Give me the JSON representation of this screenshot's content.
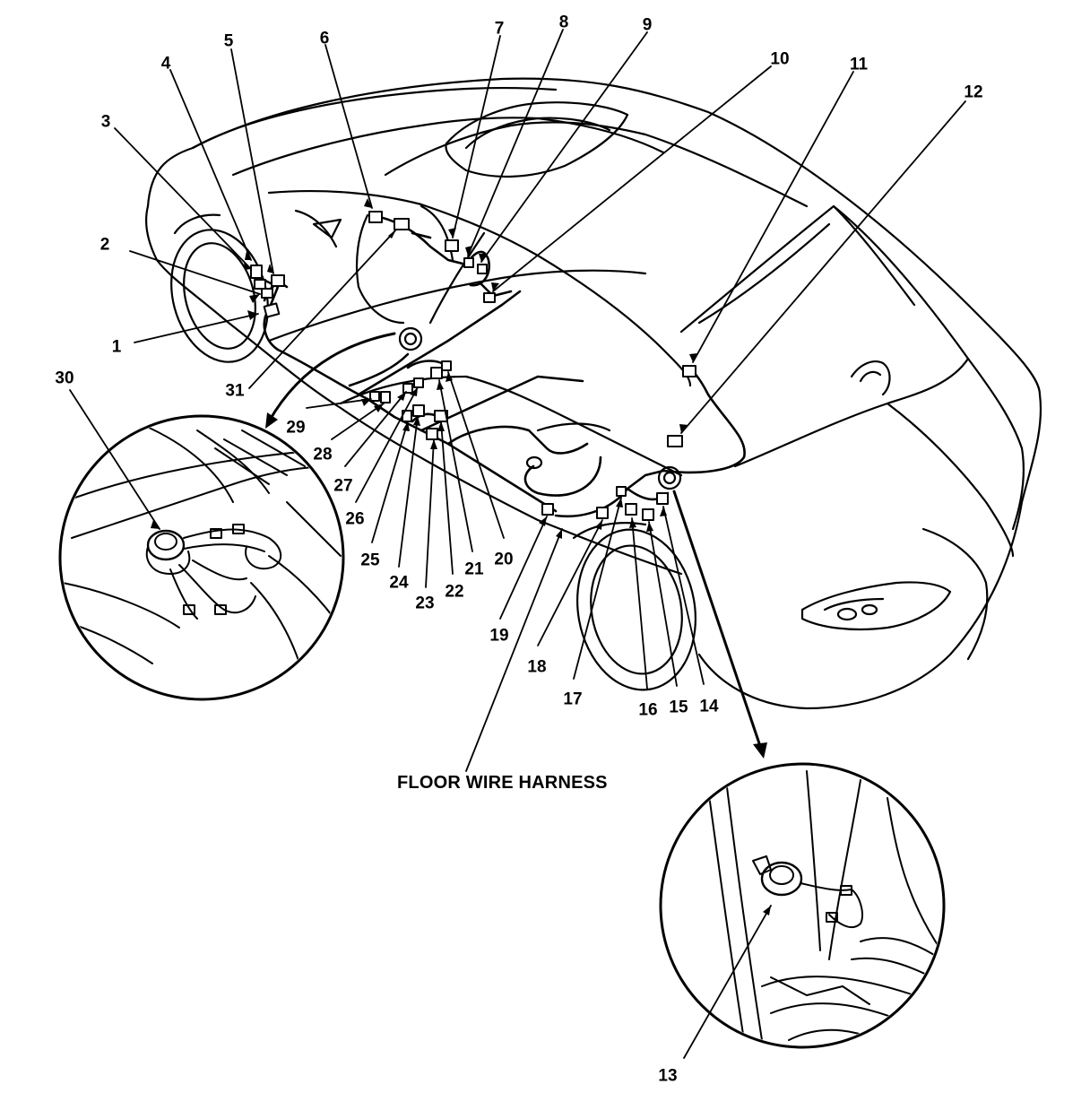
{
  "figure": {
    "caption": "FLOOR WIRE HARNESS",
    "line_color": "#000000",
    "background_color": "#ffffff",
    "callouts": [
      {
        "id": "1",
        "label": "1"
      },
      {
        "id": "2",
        "label": "2"
      },
      {
        "id": "3",
        "label": "3"
      },
      {
        "id": "4",
        "label": "4"
      },
      {
        "id": "5",
        "label": "5"
      },
      {
        "id": "6",
        "label": "6"
      },
      {
        "id": "7",
        "label": "7"
      },
      {
        "id": "8",
        "label": "8"
      },
      {
        "id": "9",
        "label": "9"
      },
      {
        "id": "10",
        "label": "10"
      },
      {
        "id": "11",
        "label": "11"
      },
      {
        "id": "12",
        "label": "12"
      },
      {
        "id": "13",
        "label": "13"
      },
      {
        "id": "14",
        "label": "14"
      },
      {
        "id": "15",
        "label": "15"
      },
      {
        "id": "16",
        "label": "16"
      },
      {
        "id": "17",
        "label": "17"
      },
      {
        "id": "18",
        "label": "18"
      },
      {
        "id": "19",
        "label": "19"
      },
      {
        "id": "20",
        "label": "20"
      },
      {
        "id": "21",
        "label": "21"
      },
      {
        "id": "22",
        "label": "22"
      },
      {
        "id": "23",
        "label": "23"
      },
      {
        "id": "24",
        "label": "24"
      },
      {
        "id": "25",
        "label": "25"
      },
      {
        "id": "26",
        "label": "26"
      },
      {
        "id": "27",
        "label": "27"
      },
      {
        "id": "28",
        "label": "28"
      },
      {
        "id": "29",
        "label": "29"
      },
      {
        "id": "30",
        "label": "30"
      },
      {
        "id": "31",
        "label": "31"
      }
    ]
  }
}
